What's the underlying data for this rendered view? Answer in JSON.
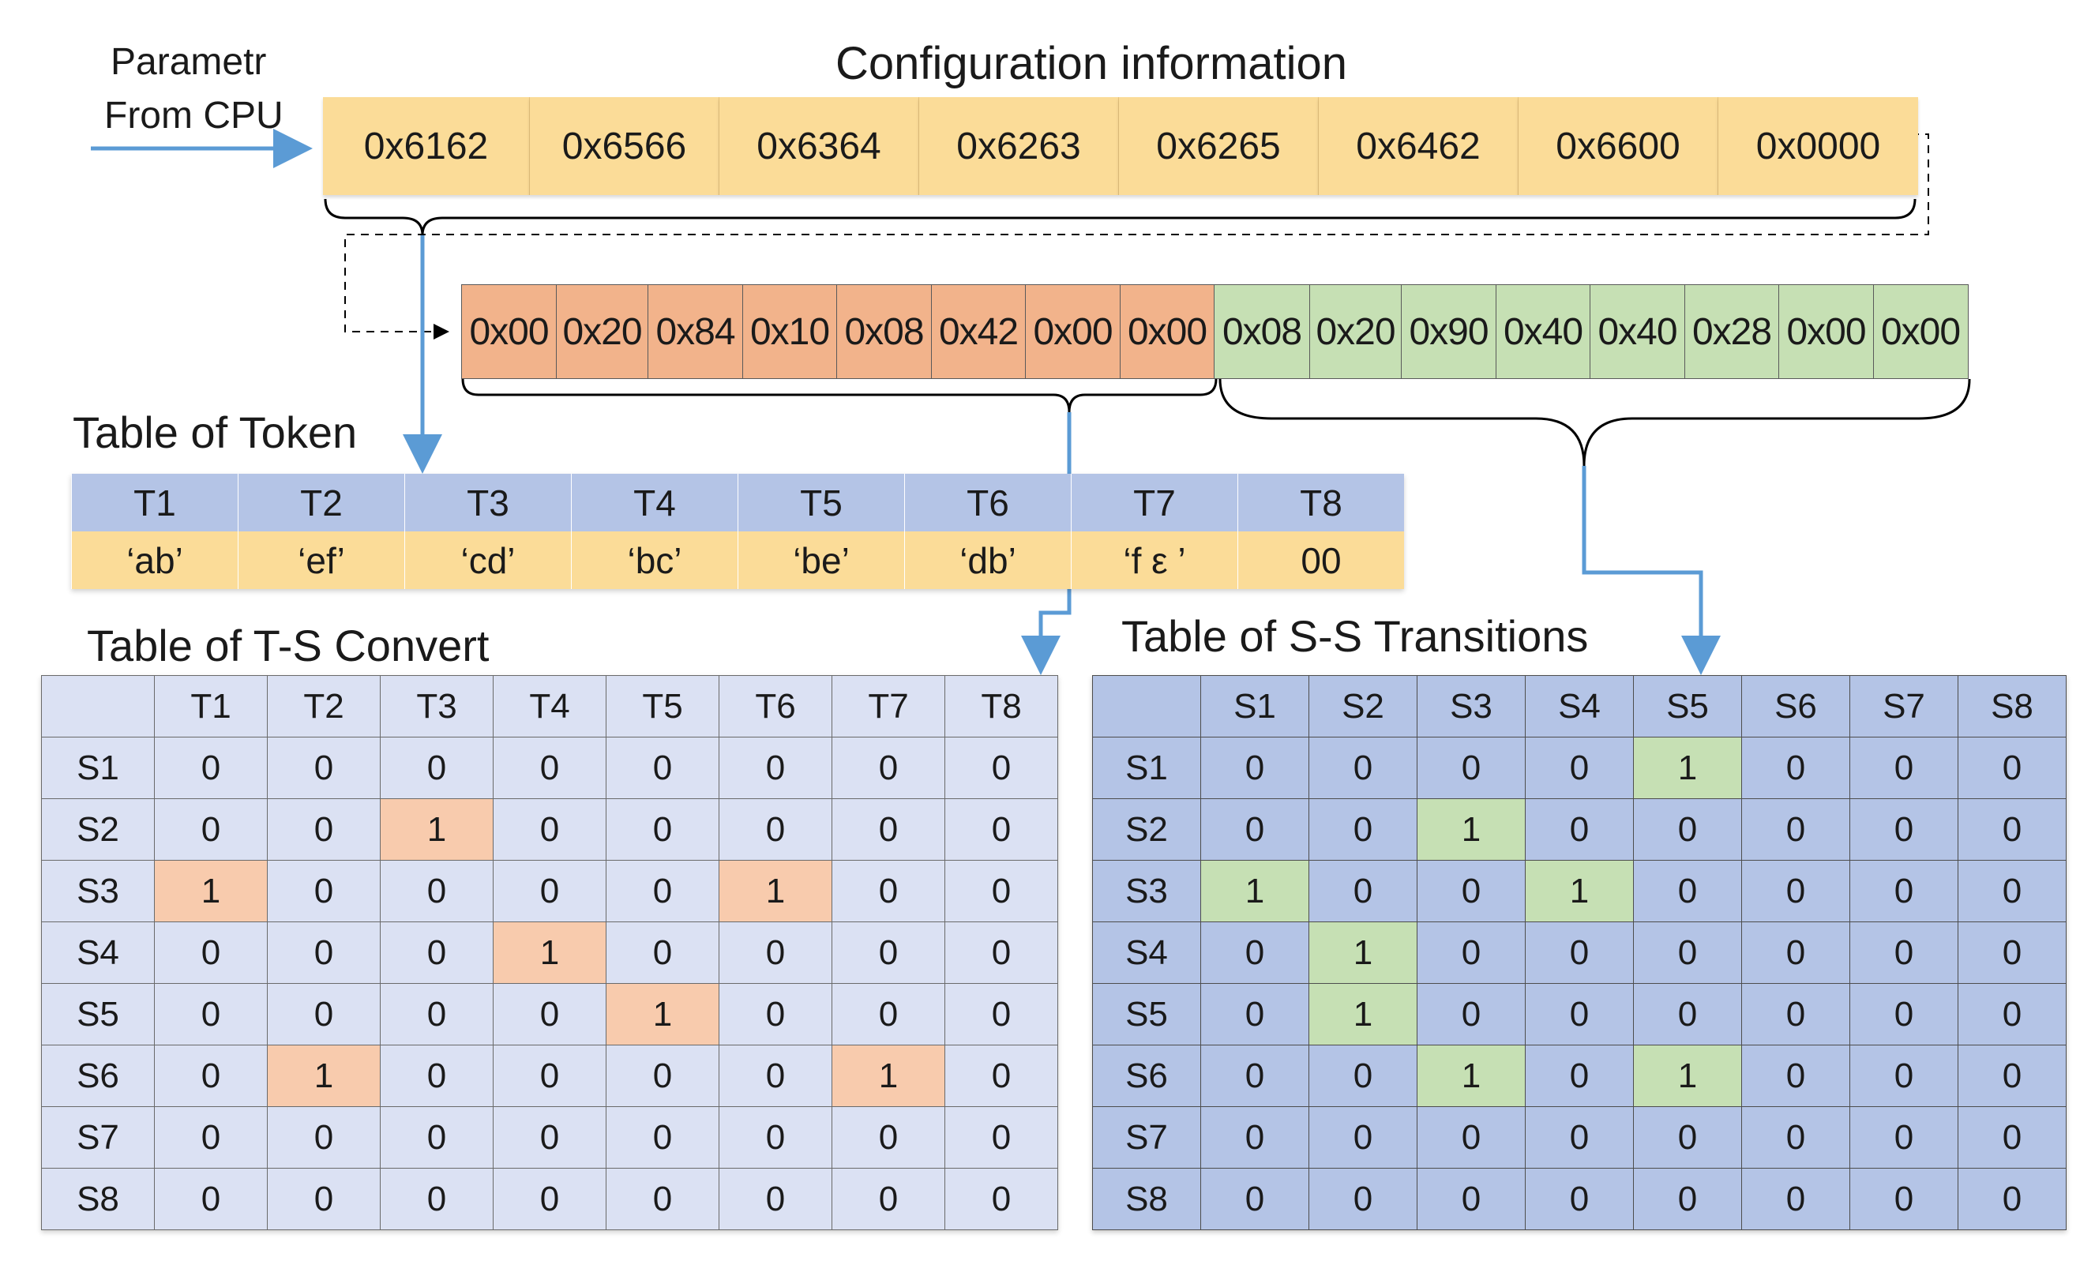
{
  "config": {
    "title": "Configuration information",
    "source_label_1": "Parametr",
    "source_label_2": "From CPU",
    "words": [
      "0x6162",
      "0x6566",
      "0x6364",
      "0x6263",
      "0x6265",
      "0x6462",
      "0x6600",
      "0x0000"
    ]
  },
  "bytes": {
    "orange": [
      "0x00",
      "0x20",
      "0x84",
      "0x10",
      "0x08",
      "0x42",
      "0x00",
      "0x00"
    ],
    "green": [
      "0x08",
      "0x20",
      "0x90",
      "0x40",
      "0x40",
      "0x28",
      "0x00",
      "0x00"
    ]
  },
  "token_table": {
    "title": "Table of Token",
    "headers": [
      "T1",
      "T2",
      "T3",
      "T4",
      "T5",
      "T6",
      "T7",
      "T8"
    ],
    "values": [
      "‘ab’",
      "‘ef’",
      "‘cd’",
      "‘bc’",
      "‘be’",
      "‘db’",
      "‘f ε ’",
      "00"
    ]
  },
  "ts_table": {
    "title": "Table of T-S Convert",
    "col_headers": [
      "T1",
      "T2",
      "T3",
      "T4",
      "T5",
      "T6",
      "T7",
      "T8"
    ],
    "row_headers": [
      "S1",
      "S2",
      "S3",
      "S4",
      "S5",
      "S6",
      "S7",
      "S8"
    ],
    "rows": [
      [
        "0",
        "0",
        "0",
        "0",
        "0",
        "0",
        "0",
        "0"
      ],
      [
        "0",
        "0",
        "1",
        "0",
        "0",
        "0",
        "0",
        "0"
      ],
      [
        "1",
        "0",
        "0",
        "0",
        "0",
        "1",
        "0",
        "0"
      ],
      [
        "0",
        "0",
        "0",
        "1",
        "0",
        "0",
        "0",
        "0"
      ],
      [
        "0",
        "0",
        "0",
        "0",
        "1",
        "0",
        "0",
        "0"
      ],
      [
        "0",
        "1",
        "0",
        "0",
        "0",
        "0",
        "1",
        "0"
      ],
      [
        "0",
        "0",
        "0",
        "0",
        "0",
        "0",
        "0",
        "0"
      ],
      [
        "0",
        "0",
        "0",
        "0",
        "0",
        "0",
        "0",
        "0"
      ]
    ],
    "highlight_color": "#f8cbad"
  },
  "ss_table": {
    "title": "Table of S-S Transitions",
    "col_headers": [
      "S1",
      "S2",
      "S3",
      "S4",
      "S5",
      "S6",
      "S7",
      "S8"
    ],
    "row_headers": [
      "S1",
      "S2",
      "S3",
      "S4",
      "S5",
      "S6",
      "S7",
      "S8"
    ],
    "rows": [
      [
        "0",
        "0",
        "0",
        "0",
        "1",
        "0",
        "0",
        "0"
      ],
      [
        "0",
        "0",
        "1",
        "0",
        "0",
        "0",
        "0",
        "0"
      ],
      [
        "1",
        "0",
        "0",
        "1",
        "0",
        "0",
        "0",
        "0"
      ],
      [
        "0",
        "1",
        "0",
        "0",
        "0",
        "0",
        "0",
        "0"
      ],
      [
        "0",
        "1",
        "0",
        "0",
        "0",
        "0",
        "0",
        "0"
      ],
      [
        "0",
        "0",
        "1",
        "0",
        "1",
        "0",
        "0",
        "0"
      ],
      [
        "0",
        "0",
        "0",
        "0",
        "0",
        "0",
        "0",
        "0"
      ],
      [
        "0",
        "0",
        "0",
        "0",
        "0",
        "0",
        "0",
        "0"
      ]
    ],
    "highlight_color": "#c6e0b4"
  },
  "colors": {
    "config_fill": "#fbdc98",
    "orange_fill": "#f2b38b",
    "green_fill": "#c6e0b4",
    "table_blue": "#b4c4e6",
    "arrow_blue": "#5b9bd5"
  }
}
